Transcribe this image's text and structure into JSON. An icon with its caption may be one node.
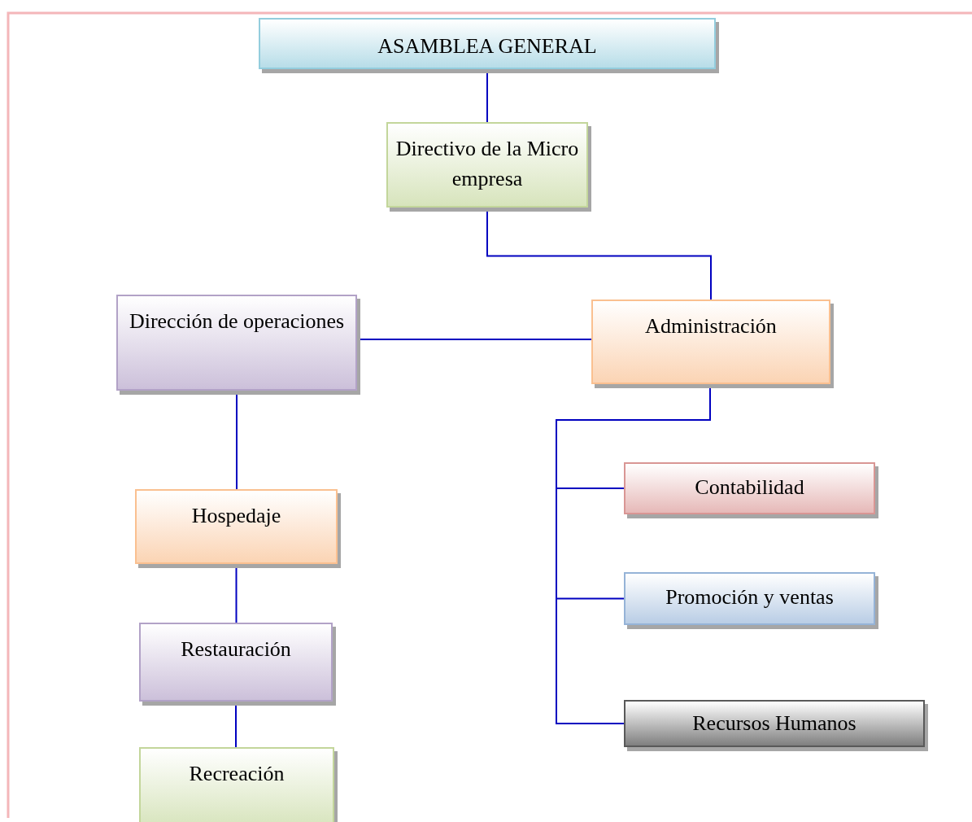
{
  "diagram": {
    "nodes": [
      {
        "text": [
          "ASAMBLEA GENERAL"
        ]
      },
      {
        "text": [
          "Directivo de la Micro empresa"
        ]
      },
      {
        "text": [
          "Dirección de operaciones"
        ]
      },
      {
        "text": [
          "Administración"
        ]
      },
      {
        "text": [
          "Hospedaje"
        ]
      },
      {
        "text": [
          "Restauración"
        ]
      },
      {
        "text": [
          "Recreación"
        ]
      },
      {
        "text": [
          "Contabilidad"
        ]
      },
      {
        "text": [
          "Promoción y ventas"
        ]
      },
      {
        "text": [
          "Recursos Humanos"
        ]
      }
    ],
    "edges": [
      {
        "from": 0,
        "to": 1,
        "arrow": "none"
      },
      {
        "from": 1,
        "to": 3,
        "arrow": "none"
      },
      {
        "from": 2,
        "to": 3,
        "arrow": "none"
      },
      {
        "from": 2,
        "to": 4,
        "arrow": "none"
      },
      {
        "from": 4,
        "to": 5,
        "arrow": "none"
      },
      {
        "from": 5,
        "to": 6,
        "arrow": "none"
      },
      {
        "from": 3,
        "to": 7,
        "arrow": "none"
      },
      {
        "from": 3,
        "to": 8,
        "arrow": "none"
      },
      {
        "from": 3,
        "to": 9,
        "arrow": "none"
      }
    ]
  }
}
